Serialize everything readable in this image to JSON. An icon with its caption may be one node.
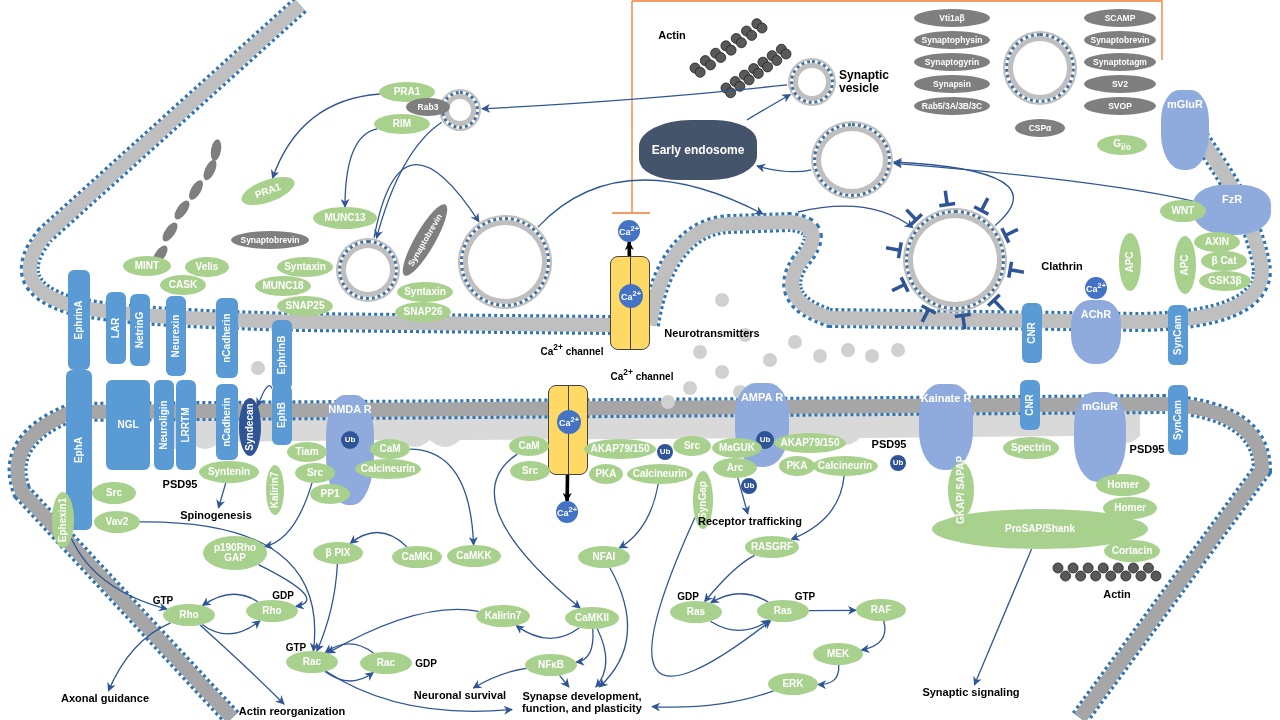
{
  "diagram": {
    "nodes": [
      {
        "text": [
          "PRA1"
        ]
      },
      {
        "text": [
          "Rab3"
        ]
      },
      {
        "text": [
          "RIM"
        ]
      },
      {
        "text": [],
        "shape": "circle"
      },
      {
        "text": [],
        "shape": "circle",
        "beside": [
          "Synaptic vesicle"
        ]
      },
      {
        "text": [
          "Early endosome"
        ]
      },
      {
        "text": [],
        "shape": "circle"
      },
      {
        "text": [
          "Vti1aβ"
        ]
      },
      {
        "text": [
          "SCAMP"
        ]
      },
      {
        "text": [
          "Synaptobrevin"
        ]
      },
      {
        "text": [
          "Synaptophysin"
        ]
      },
      {
        "text": [
          "Synaptotagm"
        ]
      },
      {
        "text": [
          "Synaptogyrin"
        ]
      },
      {
        "text": [
          "SV2"
        ]
      },
      {
        "text": [
          "Synapsin"
        ]
      },
      {
        "text": [
          "SVOP"
        ]
      },
      {
        "text": [
          "Rab5/3A/3B/3C"
        ]
      },
      {
        "text": [
          "CSPα"
        ]
      },
      {
        "text": [
          "mGluR"
        ]
      },
      {
        "text": [
          "G$_{i/o}$"
        ]
      },
      {
        "text": [],
        "shape": "circle"
      },
      {
        "text": [
          "PRA1"
        ]
      },
      {
        "text": [
          "MUNC13"
        ]
      },
      {
        "text": [
          "Synaptobrevin"
        ]
      },
      {
        "text": [],
        "shape": "circle"
      },
      {
        "text": [],
        "shape": "circle"
      },
      {
        "text": [
          "Synaptobrevin"
        ]
      },
      {
        "text": [
          "Ca$^{2+}$"
        ]
      },
      {
        "text": [],
        "shape": "cylinder",
        "beside": [
          "Ca$^{2+}$ channel"
        ]
      },
      {
        "text": [
          "Ca$^{2+}$"
        ],
        "in": 28
      },
      {
        "text": [],
        "shape": "circle"
      },
      {
        "text": [
          "WNT"
        ]
      },
      {
        "text": [
          "FzR"
        ]
      },
      {
        "text": [
          "MINT"
        ]
      },
      {
        "text": [
          "Velis"
        ]
      },
      {
        "text": [
          "CASK"
        ]
      },
      {
        "text": [
          "Syntaxin"
        ]
      },
      {
        "text": [
          "MUNC18"
        ]
      },
      {
        "text": [
          "SNAP25"
        ]
      },
      {
        "text": [
          "Syntaxin"
        ]
      },
      {
        "text": [
          "SNAP26"
        ]
      },
      {
        "text": [
          "APC"
        ]
      },
      {
        "text": [
          "APC"
        ]
      },
      {
        "text": [
          "AXIN"
        ]
      },
      {
        "text": [
          "β Cat"
        ]
      },
      {
        "text": [
          "GSK3β"
        ]
      },
      {
        "text": [
          "Ca$^{2+}$"
        ]
      },
      {
        "text": [
          "AChR"
        ]
      },
      {
        "text": [
          "EphrinA"
        ]
      },
      {
        "text": [
          "LAR"
        ]
      },
      {
        "text": [
          "NetrinG"
        ]
      },
      {
        "text": [
          "Neurexin"
        ]
      },
      {
        "text": [
          "nCadherin"
        ]
      },
      {
        "text": [
          "EphrinB"
        ]
      },
      {
        "text": [
          "CNR"
        ]
      },
      {
        "text": [
          "SynCam"
        ]
      },
      {
        "text": [
          "EphA"
        ]
      },
      {
        "text": [
          "NGL"
        ]
      },
      {
        "text": [
          "Neuroligin"
        ]
      },
      {
        "text": [
          "LRRTM"
        ]
      },
      {
        "text": [
          "nCadherin"
        ]
      },
      {
        "text": [
          "Syndecan"
        ]
      },
      {
        "text": [
          "EphB"
        ]
      },
      {
        "text": [
          "NMDA R"
        ]
      },
      {
        "text": [
          "Ub"
        ],
        "in": 63
      },
      {
        "text": [],
        "shape": "cylinder",
        "beside": [
          "Ca$^{2+}$ channel"
        ]
      },
      {
        "text": [
          "Ca$^{2+}$"
        ],
        "in": 65
      },
      {
        "text": [
          "AMPA R"
        ]
      },
      {
        "text": [
          "Ub"
        ],
        "in": 67
      },
      {
        "text": [
          "Kainate R"
        ]
      },
      {
        "text": [
          "CNR"
        ]
      },
      {
        "text": [
          "mGluR"
        ]
      },
      {
        "text": [
          "SynCam"
        ]
      },
      {
        "text": [
          "Tiam"
        ]
      },
      {
        "text": [
          "Kalirin7"
        ]
      },
      {
        "text": [
          "Src"
        ]
      },
      {
        "text": [
          "PP1"
        ]
      },
      {
        "text": [
          "CaM"
        ]
      },
      {
        "text": [
          "Calcineurin"
        ]
      },
      {
        "text": [
          "Syntenin"
        ]
      },
      {
        "text": [
          "Spinogenesis"
        ]
      },
      {
        "text": [
          "Src"
        ]
      },
      {
        "text": [
          "Vav2"
        ]
      },
      {
        "text": [
          "Ephexin1"
        ]
      },
      {
        "text": [
          "CaM"
        ]
      },
      {
        "text": [
          "Src"
        ]
      },
      {
        "text": [
          "AKAP79/150"
        ]
      },
      {
        "text": [
          "Ub"
        ]
      },
      {
        "text": [
          "PKA"
        ]
      },
      {
        "text": [
          "Calcineurin"
        ]
      },
      {
        "text": [
          "Ca$^{2+}$"
        ]
      },
      {
        "text": [
          "Src"
        ]
      },
      {
        "text": [
          "MaGUK"
        ]
      },
      {
        "text": [
          "Arc"
        ]
      },
      {
        "text": [
          "Ub"
        ]
      },
      {
        "text": [
          "SynGap"
        ]
      },
      {
        "text": [
          "Receptor trafficking"
        ]
      },
      {
        "text": [
          "AKAP79/150"
        ]
      },
      {
        "text": [
          "PKA"
        ]
      },
      {
        "text": [
          "Calcineurin"
        ]
      },
      {
        "text": [
          "Ub"
        ]
      },
      {
        "text": [
          "Spectrin"
        ]
      },
      {
        "text": [
          "GKAP/ SAPAP"
        ]
      },
      {
        "text": [
          "Homer"
        ]
      },
      {
        "text": [
          "Homer"
        ]
      },
      {
        "text": [
          "ProSAP/Shank"
        ]
      },
      {
        "text": [
          "Cortacin"
        ]
      },
      {
        "text": [
          "p190Rho GAP"
        ]
      },
      {
        "text": [
          "β PIX"
        ]
      },
      {
        "text": [
          "CaMKI"
        ]
      },
      {
        "text": [
          "CaMKK"
        ]
      },
      {
        "text": [
          "NFAI"
        ]
      },
      {
        "text": [
          "RASGRF"
        ]
      },
      {
        "text": [
          "Rho"
        ],
        "beside": [
          "GTP"
        ]
      },
      {
        "text": [
          "Rho"
        ],
        "beside": [
          "GDP"
        ]
      },
      {
        "text": [
          "Ras"
        ],
        "beside": [
          "GDP"
        ]
      },
      {
        "text": [
          "Ras"
        ],
        "beside": [
          "GTP"
        ]
      },
      {
        "text": [
          "RAF"
        ]
      },
      {
        "text": [
          "Kalirin7"
        ]
      },
      {
        "text": [
          "CaMKII"
        ]
      },
      {
        "text": [
          "Rac"
        ],
        "beside": [
          "GTP"
        ]
      },
      {
        "text": [
          "Rac"
        ],
        "beside": [
          "GDP"
        ]
      },
      {
        "text": [
          "MEK"
        ]
      },
      {
        "text": [
          "NFκB"
        ]
      },
      {
        "text": [
          "ERK"
        ]
      },
      {
        "text": [
          "Synaptic signaling"
        ]
      },
      {
        "text": [
          "Axonal guidance"
        ]
      },
      {
        "text": [
          "Neuronal survival"
        ]
      },
      {
        "text": [
          "Synapse development, function, and plasticity"
        ]
      },
      {
        "text": [
          "Actin reorganization"
        ]
      }
    ],
    "edges": [
      {
        "from": 0,
        "to": 21,
        "arrow": "to"
      },
      {
        "from": 2,
        "to": 22,
        "arrow": "to"
      },
      {
        "from": 3,
        "to": 24,
        "arrow": "to"
      },
      {
        "from": 24,
        "to": 25,
        "arrow": "to"
      },
      {
        "from": 25,
        "to": null,
        "arrow": "to"
      },
      {
        "from": null,
        "to": 30,
        "arrow": "to"
      },
      {
        "from": 30,
        "to": 20,
        "arrow": "to"
      },
      {
        "from": 32,
        "to": 20,
        "arrow": "to"
      },
      {
        "from": 20,
        "to": 5,
        "arrow": "to"
      },
      {
        "from": 5,
        "to": 4,
        "arrow": "to"
      },
      {
        "from": 4,
        "to": 3,
        "arrow": "to"
      },
      {
        "from": 28,
        "to": 27,
        "arrow": "to",
        "style": "thick",
        "color": "#000000"
      },
      {
        "from": 65,
        "to": 90,
        "arrow": "to",
        "style": "thick",
        "color": "#000000"
      },
      {
        "from": 62,
        "to": 61,
        "arrow": "to"
      },
      {
        "from": 79,
        "to": 80,
        "arrow": "to"
      },
      {
        "from": 75,
        "to": 107,
        "arrow": "to"
      },
      {
        "from": 109,
        "to": 108,
        "arrow": "to"
      },
      {
        "from": 77,
        "to": 110,
        "arrow": "to"
      },
      {
        "from": 83,
        "to": 113,
        "arrow": "to"
      },
      {
        "from": 114,
        "to": 113,
        "arrow": "to"
      },
      {
        "from": 113,
        "to": 114,
        "arrow": "to"
      },
      {
        "from": 107,
        "to": 114,
        "arrow": "to"
      },
      {
        "from": 113,
        "to": 126,
        "arrow": "to"
      },
      {
        "from": 113,
        "to": 129,
        "arrow": "to"
      },
      {
        "from": 82,
        "to": 120,
        "arrow": "to"
      },
      {
        "from": 108,
        "to": 120,
        "arrow": "to"
      },
      {
        "from": 118,
        "to": 120,
        "arrow": "to"
      },
      {
        "from": 121,
        "to": 120,
        "arrow": "to"
      },
      {
        "from": 120,
        "to": 121,
        "arrow": "to"
      },
      {
        "from": 120,
        "to": 128,
        "arrow": "to"
      },
      {
        "from": 84,
        "to": 119,
        "arrow": "to"
      },
      {
        "from": 119,
        "to": 118,
        "arrow": "to"
      },
      {
        "from": 119,
        "to": 123,
        "arrow": "to"
      },
      {
        "from": 119,
        "to": 128,
        "arrow": "to"
      },
      {
        "from": 123,
        "to": 128,
        "arrow": "to"
      },
      {
        "from": 123,
        "to": 127,
        "arrow": "to"
      },
      {
        "from": 89,
        "to": 111,
        "arrow": "to"
      },
      {
        "from": 111,
        "to": 128,
        "arrow": "to"
      },
      {
        "from": 95,
        "to": 116,
        "arrow": "to"
      },
      {
        "from": 93,
        "to": 96,
        "arrow": "to"
      },
      {
        "from": 99,
        "to": 112,
        "arrow": "to"
      },
      {
        "from": 112,
        "to": 115,
        "arrow": "to"
      },
      {
        "from": 116,
        "to": 115,
        "arrow": "to"
      },
      {
        "from": 115,
        "to": 116,
        "arrow": "to"
      },
      {
        "from": 116,
        "to": 117,
        "arrow": "to"
      },
      {
        "from": 117,
        "to": 122,
        "arrow": "to"
      },
      {
        "from": 122,
        "to": 124,
        "arrow": "to"
      },
      {
        "from": 124,
        "to": 128,
        "arrow": "to"
      },
      {
        "from": 105,
        "to": 125,
        "arrow": "to"
      }
    ],
    "labels": [
      "Actin",
      "Clathrin",
      "Neurotransmitters",
      "PSD95",
      "PSD95",
      "PSD95",
      "Actin"
    ]
  }
}
